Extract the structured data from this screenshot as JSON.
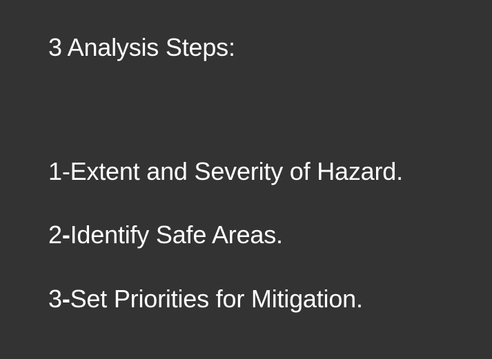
{
  "slide": {
    "title": "3 Analysis Steps:",
    "steps": [
      {
        "number": "1",
        "separator": "-",
        "text": "Extent and Severity of Hazard."
      },
      {
        "number": "2",
        "separator": "-",
        "text": "Identify Safe Areas."
      },
      {
        "number": "3",
        "separator": "-",
        "text": "Set Priorities for Mitigation."
      }
    ]
  },
  "colors": {
    "background": "#333333",
    "text": "#ffffff"
  }
}
